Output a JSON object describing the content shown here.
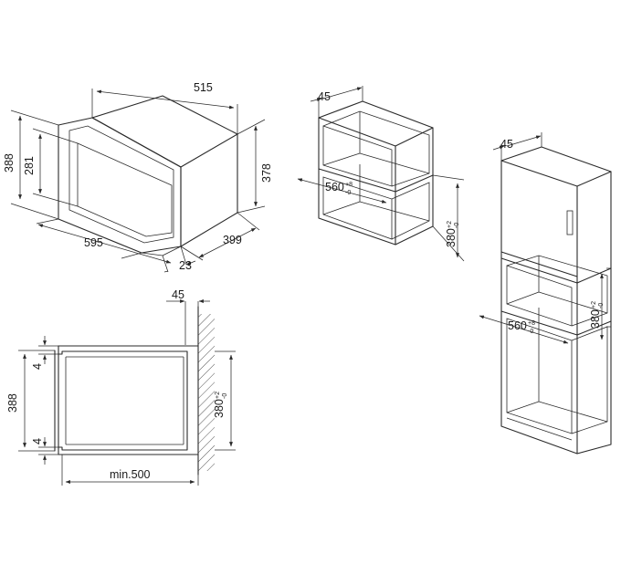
{
  "microwave_3d": {
    "width": "595",
    "depth_top": "515",
    "height_outer": "388",
    "height_inner": "281",
    "height_body": "378",
    "depth_body": "399",
    "front_thickness": "23"
  },
  "niche_3d": {
    "top_offset": "45",
    "width": "560",
    "width_tol_sup": "+8",
    "width_tol_sub": "-0",
    "height": "380",
    "height_tol_sup": "+2",
    "height_tol_sub": "-0"
  },
  "tall_cabinet": {
    "top_offset": "45",
    "width": "560",
    "width_tol_sup": "+8",
    "width_tol_sub": "-0",
    "height": "380",
    "height_tol_sup": "+2",
    "height_tol_sub": "-0"
  },
  "side_section": {
    "top_offset": "45",
    "gap_top": "4",
    "gap_bottom": "4",
    "height": "388",
    "niche_height": "380",
    "niche_tol_sup": "+2",
    "niche_tol_sub": "-0",
    "min_depth": "min.500"
  }
}
